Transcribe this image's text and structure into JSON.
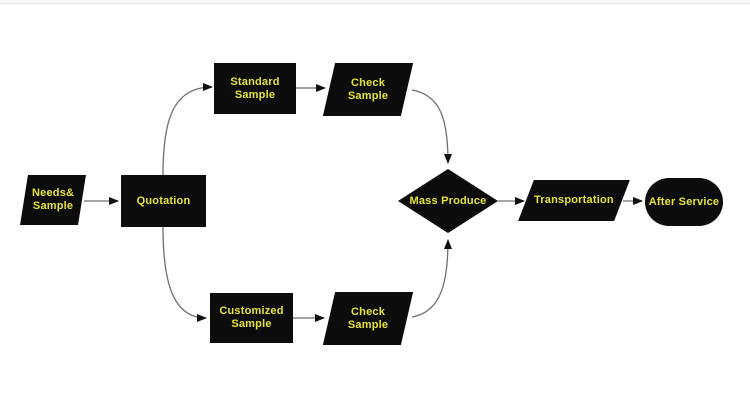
{
  "diagram": {
    "type": "flowchart",
    "colors": {
      "background": "#ffffff",
      "node_fill": "#0c0c0c",
      "label_text": "#e8e234",
      "connector": "#6f6f6f",
      "arrowhead": "#111111"
    },
    "nodes": {
      "needs_sample": {
        "label": "Needs&\nSample",
        "shape": "parallelogram"
      },
      "quotation": {
        "label": "Quotation",
        "shape": "process"
      },
      "standard_sample": {
        "label": "Standard\nSample",
        "shape": "process"
      },
      "check_sample_top": {
        "label": "Check\nSample",
        "shape": "parallelogram"
      },
      "customized_sample": {
        "label": "Customized\nSample",
        "shape": "process"
      },
      "check_sample_bottom": {
        "label": "Check\nSample",
        "shape": "parallelogram"
      },
      "mass_produce": {
        "label": "Mass Produce",
        "shape": "decision"
      },
      "transportation": {
        "label": "Transportation",
        "shape": "parallelogram"
      },
      "after_service": {
        "label": "After Service",
        "shape": "terminator"
      }
    },
    "edges": [
      {
        "from": "needs_sample",
        "to": "quotation"
      },
      {
        "from": "quotation",
        "to": "standard_sample"
      },
      {
        "from": "standard_sample",
        "to": "check_sample_top"
      },
      {
        "from": "check_sample_top",
        "to": "mass_produce"
      },
      {
        "from": "quotation",
        "to": "customized_sample"
      },
      {
        "from": "customized_sample",
        "to": "check_sample_bottom"
      },
      {
        "from": "check_sample_bottom",
        "to": "mass_produce"
      },
      {
        "from": "mass_produce",
        "to": "transportation"
      },
      {
        "from": "transportation",
        "to": "after_service"
      }
    ]
  }
}
